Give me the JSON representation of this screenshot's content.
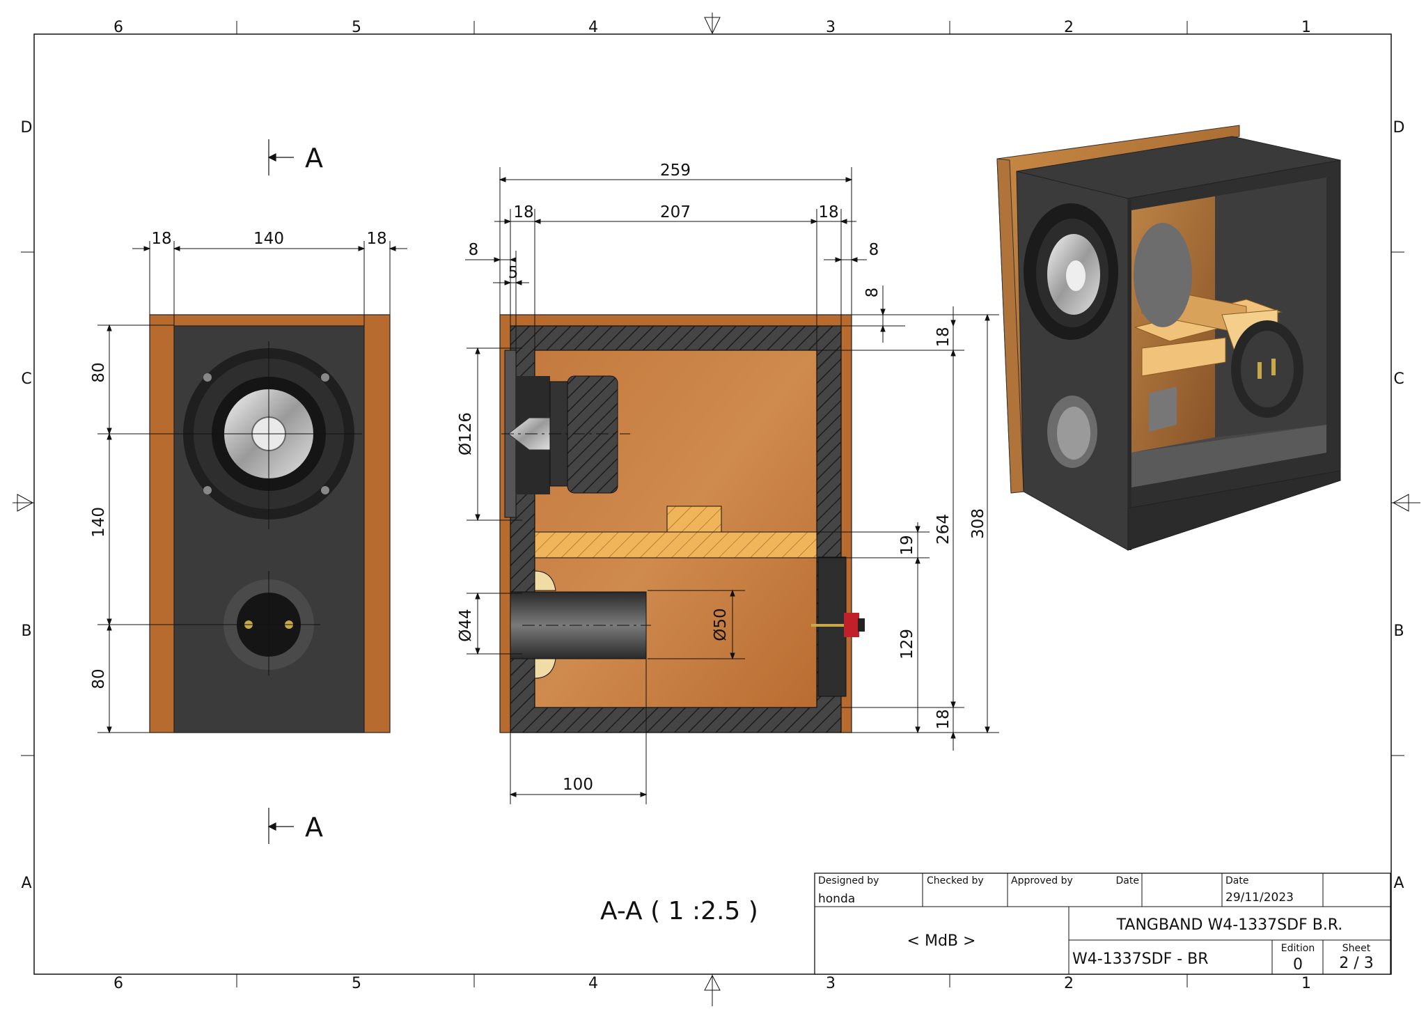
{
  "sheet": {
    "columns": [
      "6",
      "5",
      "4",
      "3",
      "2",
      "1"
    ],
    "rows": [
      "D",
      "C",
      "B",
      "A"
    ]
  },
  "section": {
    "marker": "A",
    "caption": "A-A ( 1 :2.5 )"
  },
  "front_view": {
    "widths": [
      "18",
      "140",
      "18"
    ],
    "heights": [
      "80",
      "140",
      "80"
    ]
  },
  "section_view": {
    "overall_depth": "259",
    "inner_depth": "207",
    "front_panel": "18",
    "back_panel": "18",
    "front_overhang": "8",
    "baffle_recess": "5",
    "back_overhang": "8",
    "top_overhang": "8",
    "top_panel": "18",
    "brace": "19",
    "inner_height": "264",
    "overall_height": "308",
    "terminal_height": "129",
    "bottom_panel": "18",
    "driver_dia": "Ø126",
    "port_dia_in": "Ø44",
    "port_dia_out": "Ø50",
    "port_length": "100"
  },
  "colors": {
    "veneer": "#b86b2e",
    "paint": "#3b3b3b",
    "brace": "#f0b45a",
    "interior": "#c47a3e"
  },
  "title_block": {
    "designed_by_label": "Designed by",
    "designed_by": "honda",
    "checked_by_label": "Checked by",
    "approved_by_label": "Approved by",
    "date_label_1": "Date",
    "date_label_2": "Date",
    "date": "29/11/2023",
    "company": "< MdB >",
    "title": "TANGBAND W4-1337SDF B.R.",
    "drawing_no": "W4-1337SDF - BR",
    "edition_label": "Edition",
    "edition": "0",
    "sheet_label": "Sheet",
    "sheet": "2 / 3"
  }
}
